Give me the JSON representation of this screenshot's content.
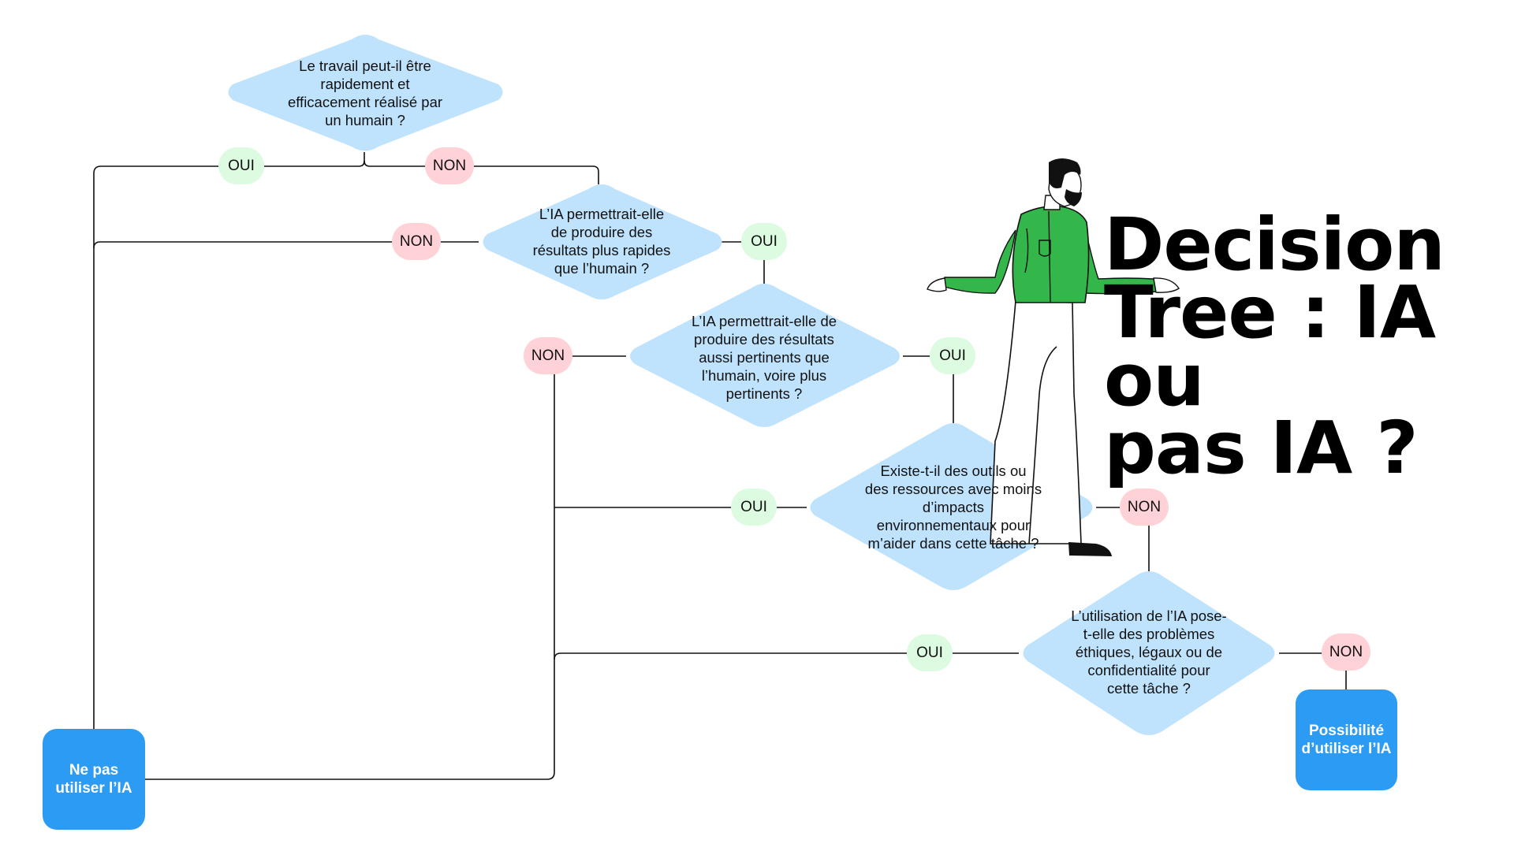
{
  "title": "Decision\nTree : IA ou\npas IA ?",
  "colors": {
    "diamond": "#bfe3fd",
    "yes_badge": "#dcfbe1",
    "no_badge": "#ffd2d7",
    "end_box": "#2b9bf4",
    "line": "#111111",
    "figure_shirt": "#34b74a"
  },
  "questions": {
    "q1": "Le travail peut-il être\nrapidement et\nefficacement réalisé par\nun humain ?",
    "q2": "L’IA permettrait-elle\nde produire des\nrésultats plus rapides\nque l’humain ?",
    "q3": "L’IA permettrait-elle de\nproduire des résultats\naussi pertinents que\nl’humain, voire plus\npertinents ?",
    "q4": "Existe-t-il des outils ou\ndes ressources avec moins\nd’impacts\nenvironnementaux pour\nm’aider dans cette tâche ?",
    "q5": "L’utilisation de l’IA pose-\nt-elle des problèmes\néthiques, légaux ou de\nconfidentialité pour\ncette tâche ?"
  },
  "labels": {
    "yes": "OUI",
    "no": "NON"
  },
  "outcomes": {
    "do_not_use": "Ne pas\nutiliser l’IA",
    "can_use": "Possibilité\nd’utiliser l’IA"
  },
  "illustration": {
    "icon": "shrugging-man-illustration"
  }
}
